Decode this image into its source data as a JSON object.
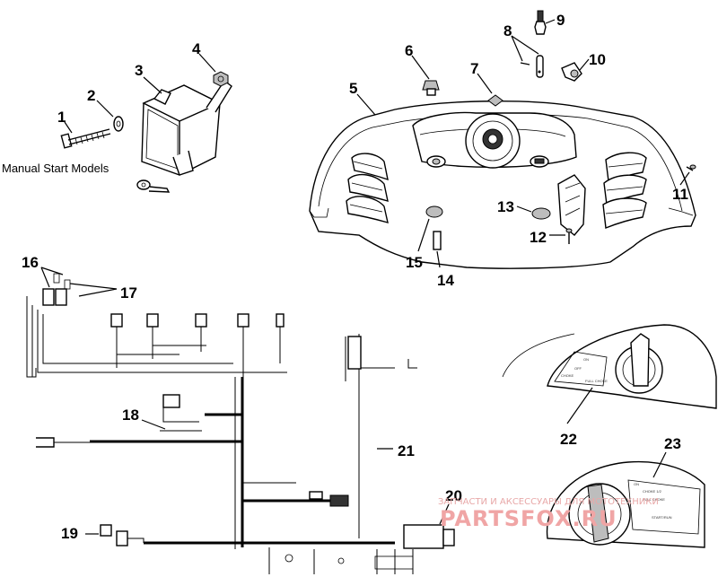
{
  "callouts": [
    {
      "id": "1",
      "label": "1"
    },
    {
      "id": "2",
      "label": "2"
    },
    {
      "id": "3",
      "label": "3"
    },
    {
      "id": "4",
      "label": "4"
    },
    {
      "id": "5",
      "label": "5"
    },
    {
      "id": "6",
      "label": "6"
    },
    {
      "id": "7",
      "label": "7"
    },
    {
      "id": "8",
      "label": "8"
    },
    {
      "id": "9",
      "label": "9"
    },
    {
      "id": "10",
      "label": "10"
    },
    {
      "id": "11",
      "label": "11"
    },
    {
      "id": "12",
      "label": "12"
    },
    {
      "id": "13",
      "label": "13"
    },
    {
      "id": "14",
      "label": "14"
    },
    {
      "id": "15",
      "label": "15"
    },
    {
      "id": "16",
      "label": "16"
    },
    {
      "id": "17",
      "label": "17"
    },
    {
      "id": "18",
      "label": "18"
    },
    {
      "id": "19",
      "label": "19"
    },
    {
      "id": "20",
      "label": "20"
    },
    {
      "id": "21",
      "label": "21"
    },
    {
      "id": "22",
      "label": "22"
    },
    {
      "id": "23",
      "label": "23"
    }
  ],
  "captions": {
    "manual_start": "Manual Start Models"
  },
  "switch_panel": {
    "off": "OFF",
    "on": "ON",
    "choke": "CHOKE",
    "full_choke": "FULL CHOKE",
    "choke_half": "CHOKE 1/2",
    "start_run": "START/RUN"
  },
  "watermark": {
    "tagline": "ЗАПЧАСТИ И АКСЕССУАРЫ ДЛЯ МОТОТЕХНИКИ",
    "brand": "PARTSFOX.RU"
  }
}
